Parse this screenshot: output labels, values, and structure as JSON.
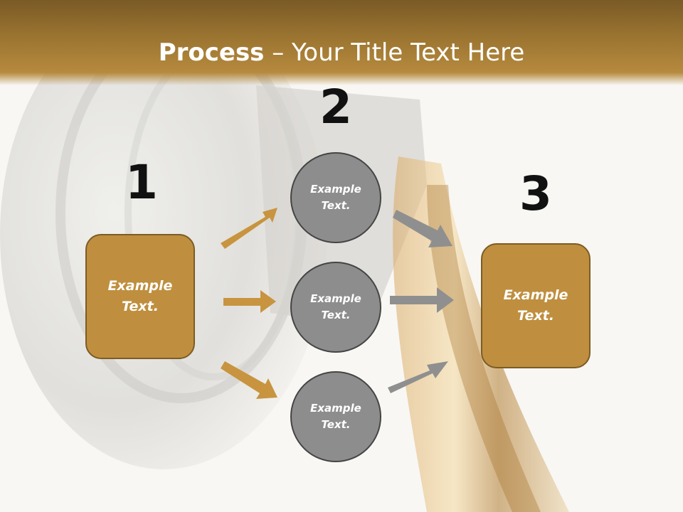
{
  "title": {
    "bold": "Process",
    "rest": " – Your Title Text Here"
  },
  "steps": {
    "one": "1",
    "two": "2",
    "three": "3"
  },
  "left_box": {
    "line1": "Example",
    "line2": "Text."
  },
  "right_box": {
    "line1": "Example",
    "line2": "Text."
  },
  "circles": [
    {
      "line1": "Example",
      "line2": "Text."
    },
    {
      "line1": "Example",
      "line2": "Text."
    },
    {
      "line1": "Example",
      "line2": "Text."
    }
  ],
  "colors": {
    "title_bar": "#9c7531",
    "box_fill": "#bf8f3f",
    "circle_fill": "#8d8d8d",
    "orange_arrow": "#c8943f",
    "gray_arrow": "#8f8f8f"
  }
}
